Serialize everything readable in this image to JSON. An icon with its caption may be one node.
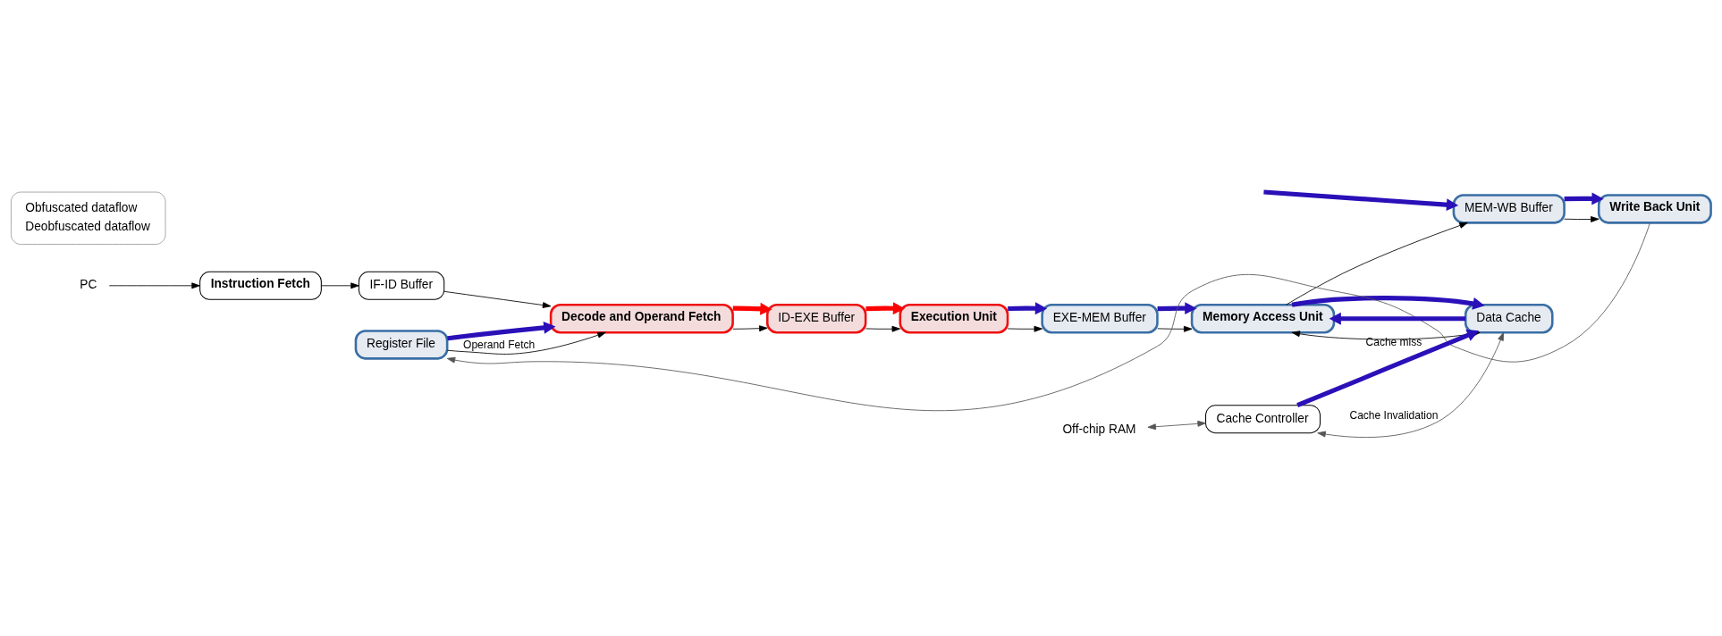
{
  "diagram": {
    "nodes": [
      {
        "text": [
          "PC"
        ]
      },
      {
        "text": [
          "Instruction Fetch"
        ]
      },
      {
        "text": [
          "IF-ID Buffer"
        ]
      },
      {
        "text": [
          "Decode and Operand Fetch"
        ]
      },
      {
        "text": [
          "Register File"
        ]
      },
      {
        "text": [
          "ID-EXE Buffer"
        ]
      },
      {
        "text": [
          "Execution Unit"
        ]
      },
      {
        "text": [
          "EXE-MEM Buffer"
        ]
      },
      {
        "text": [
          "Memory Access Unit"
        ]
      },
      {
        "text": [
          "MEM-WB Buffer"
        ]
      },
      {
        "text": [
          "Write Back Unit"
        ]
      },
      {
        "text": [
          "Off-chip RAM"
        ]
      },
      {
        "text": [
          "Cache Controller"
        ]
      },
      {
        "text": [
          "Data Cache"
        ]
      }
    ],
    "edges": [
      {
        "from": 0,
        "to": 1,
        "arrow": "to"
      },
      {
        "from": 1,
        "to": 2,
        "arrow": "to"
      },
      {
        "from": 2,
        "to": 3,
        "arrow": "to"
      },
      {
        "from": 4,
        "to": 3,
        "arrow": "to",
        "label": "Operand Fetch"
      },
      {
        "from": 3,
        "to": 5,
        "arrow": "to"
      },
      {
        "from": 5,
        "to": 6,
        "arrow": "to"
      },
      {
        "from": 6,
        "to": 7,
        "arrow": "to"
      },
      {
        "from": 7,
        "to": 8,
        "arrow": "to"
      },
      {
        "from": 8,
        "to": 9,
        "arrow": "to"
      },
      {
        "from": 9,
        "to": 10,
        "arrow": "to"
      },
      {
        "from": 10,
        "to": 4,
        "arrow": "to",
        "color": "#555555"
      },
      {
        "from": 8,
        "to": 13,
        "arrow": "both"
      },
      {
        "from": 11,
        "to": 12,
        "arrow": "both",
        "color": "#555555"
      },
      {
        "from": 12,
        "to": 13,
        "arrow": "both",
        "color": "#555555",
        "label": "Cache Invalidation"
      },
      {
        "from": 12,
        "to": 13,
        "arrow": "to",
        "style": "thick",
        "color": "#2a10b8",
        "label": "Cache miss"
      },
      {
        "from": 4,
        "to": 3,
        "arrow": "to",
        "style": "thick",
        "color": "#2a10b8"
      },
      {
        "from": 3,
        "to": 5,
        "arrow": "to",
        "style": "thick",
        "color": "#ff0000"
      },
      {
        "from": 5,
        "to": 6,
        "arrow": "to",
        "style": "thick",
        "color": "#ff0000"
      },
      {
        "from": 6,
        "to": 7,
        "arrow": "to",
        "style": "thick",
        "color": "#2a10b8"
      },
      {
        "from": 7,
        "to": 8,
        "arrow": "to",
        "style": "thick",
        "color": "#2a10b8"
      },
      {
        "from": null,
        "to": 9,
        "arrow": "to",
        "style": "thick",
        "color": "#2a10b8"
      },
      {
        "from": 9,
        "to": 10,
        "arrow": "to",
        "style": "thick",
        "color": "#2a10b8"
      },
      {
        "from": 13,
        "to": 8,
        "arrow": "to",
        "style": "thick",
        "color": "#2a10b8"
      },
      {
        "from": 8,
        "to": 13,
        "arrow": "to",
        "style": "thick",
        "color": "#2a10b8"
      }
    ],
    "legend": [
      {
        "text": "Obfuscated dataflow"
      },
      {
        "text": "Deobfuscated dataflow"
      }
    ]
  }
}
